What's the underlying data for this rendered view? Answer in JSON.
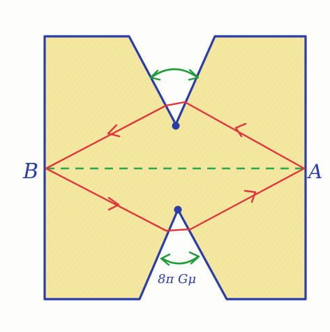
{
  "labels": {
    "point_a": "A",
    "point_b": "B",
    "angle_label": "8π Gμ"
  },
  "colors": {
    "paper": "#fdfdfb",
    "fill": "#f4e7a1",
    "fill_shade": "#efd889",
    "outline": "#2b3ea8",
    "path": "#e0353a",
    "angle_arc": "#1f9a3c",
    "baseline": "#2aa84a",
    "label": "#2b3ea8"
  }
}
